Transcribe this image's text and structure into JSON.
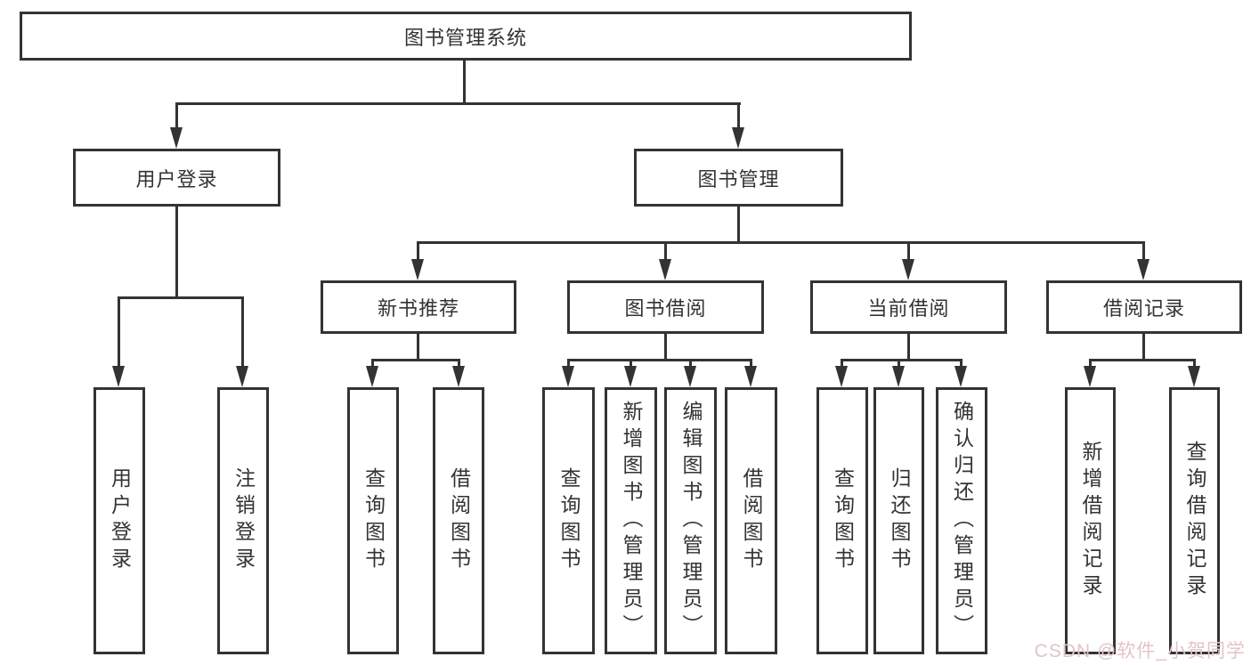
{
  "nodes": {
    "root": "图书管理系统",
    "level2": [
      "用户登录",
      "图书管理"
    ],
    "level3": [
      "新书推荐",
      "图书借阅",
      "当前借阅",
      "借阅记录"
    ],
    "leaves_user_login": [
      "用户登录",
      "注销登录"
    ],
    "leaves_new_book": [
      "查询图书",
      "借阅图书"
    ],
    "leaves_book_borrow": [
      "查询图书",
      "新增图书（管理员）",
      "编辑图书（管理员）",
      "借阅图书"
    ],
    "leaves_current_borrow": [
      "查询图书",
      "归还图书",
      "确认归还（管理员）"
    ],
    "leaves_borrow_records": [
      "新增借阅记录",
      "查询借阅记录"
    ]
  },
  "watermark": {
    "text": "CSDN @软件_小贺同学"
  },
  "colors": {
    "line": "#333333",
    "text": "#333333",
    "background": "#ffffff",
    "watermark": "#e4c3c7"
  }
}
